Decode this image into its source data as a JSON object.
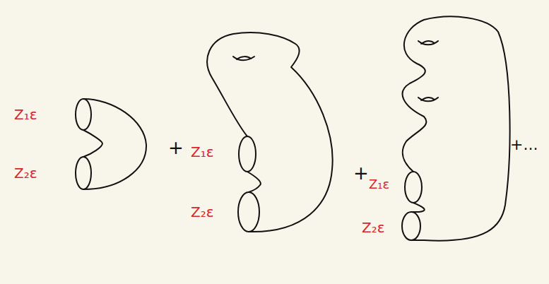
{
  "diagram": {
    "labels": [
      "Z₁ε",
      "Z₂ε",
      "+",
      "Z₁ε",
      "Z₂ε",
      "+",
      "Z₁ε",
      "Z₂ε",
      "+..."
    ]
  }
}
